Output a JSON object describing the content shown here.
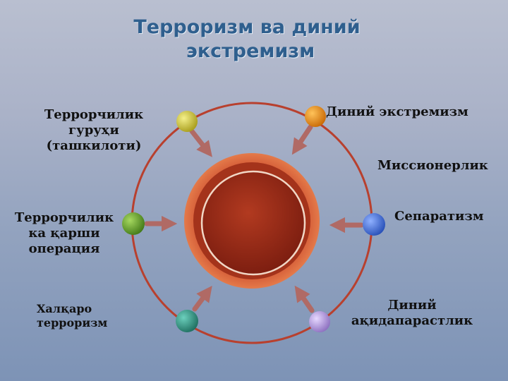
{
  "title": {
    "line1": "Терроризм ва диний",
    "line2": "экстремизм"
  },
  "labels": {
    "terror_group": [
      "Террорчилик",
      "гуруҳи",
      "(ташкилоти)"
    ],
    "religious_extremism": "Диний экстремизм",
    "missionary": "Миссионерлик",
    "separatism": "Сепаратизм",
    "religious_fanaticism": [
      "Диний",
      "ақидапарастлик"
    ],
    "international_terrorism": [
      "Халқаро",
      "терроризм"
    ],
    "counter_terror": [
      "Террорчилик",
      "ка қарши",
      "операция"
    ]
  },
  "colors": {
    "ring": "#b8402e",
    "core_outer": "#d4582f",
    "core_inner": "#9c2a17",
    "arrow": "#b06a65",
    "node_yellow": "#c9c23a",
    "node_orange": "#e08a18",
    "node_blue": "#3b6fd8",
    "node_green": "#5e9e2c",
    "node_teal": "#2f8f7f",
    "node_lilac": "#b49ad8"
  }
}
